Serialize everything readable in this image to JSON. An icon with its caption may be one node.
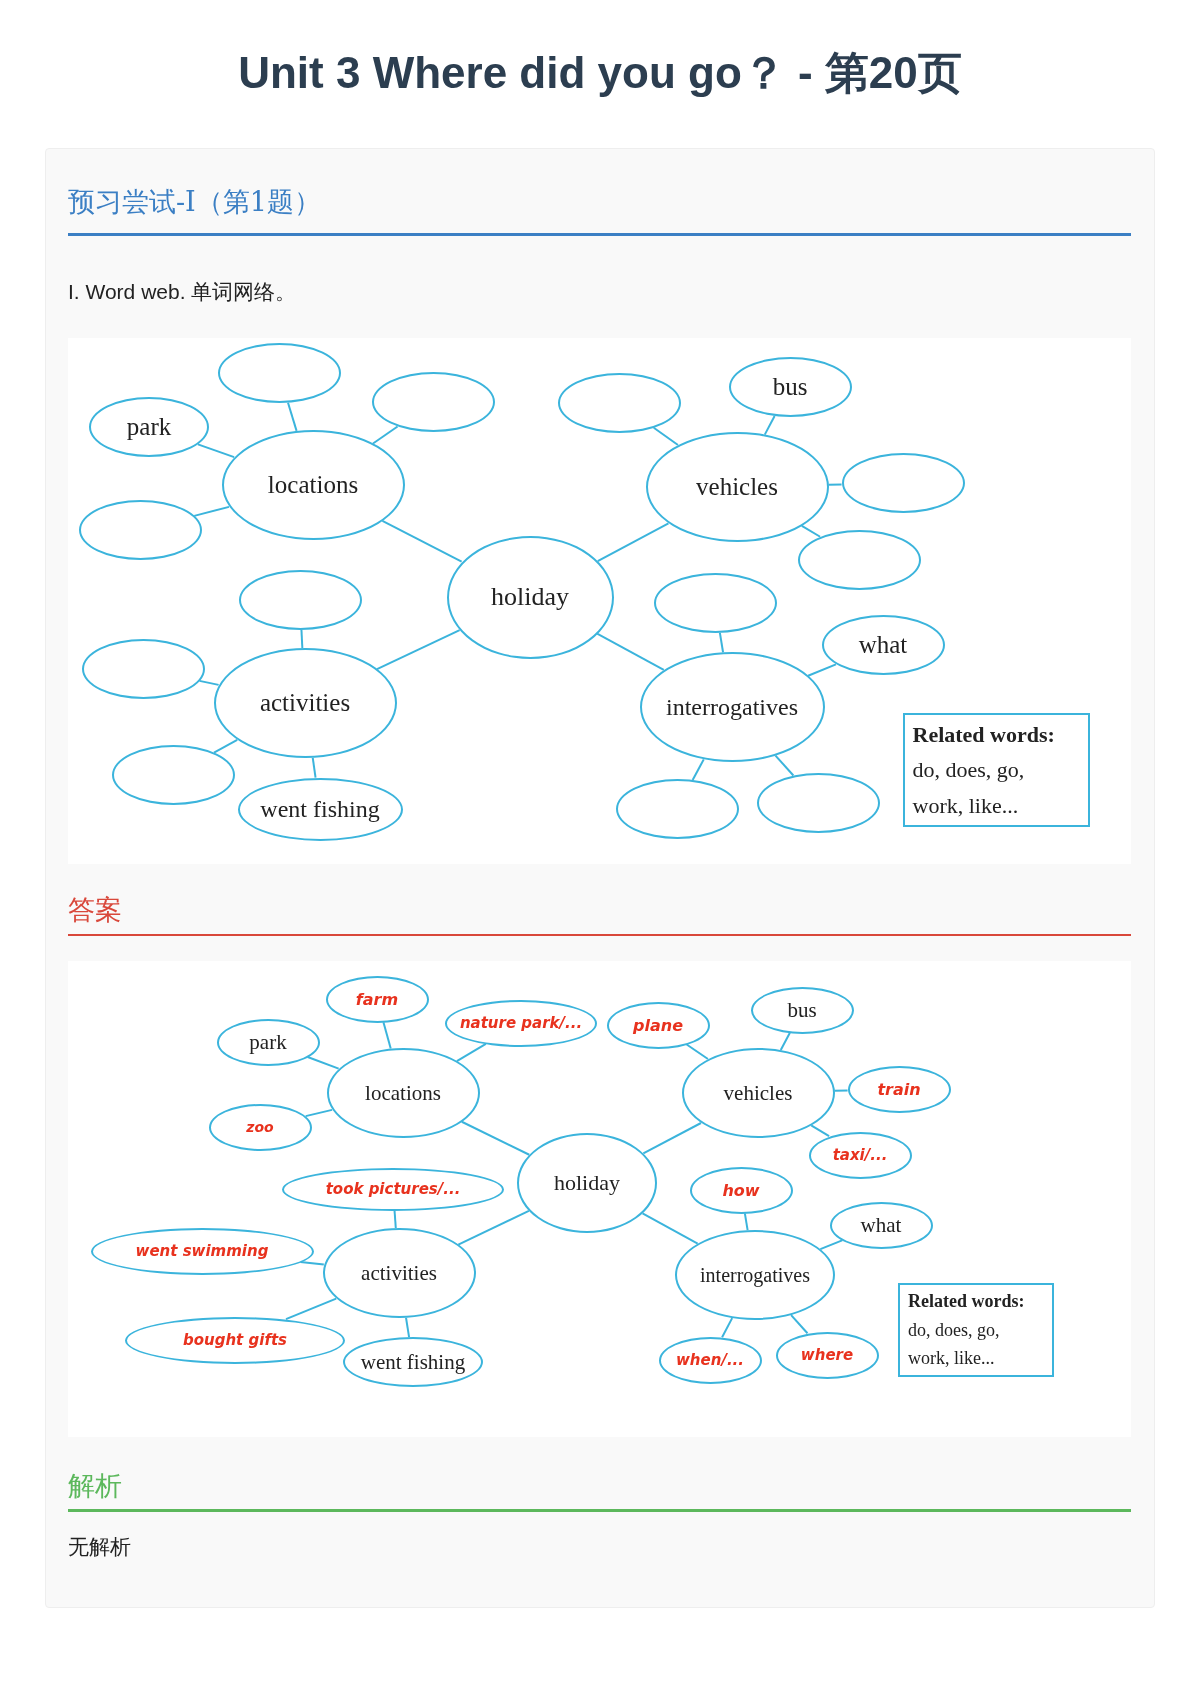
{
  "diagram": {
    "title": "Unit 3 Where did you go？ - 第20页",
    "nodes": [
      {
        "text": [
          "holiday"
        ]
      },
      {
        "text": [
          "locations"
        ]
      },
      {
        "text": [],
        "shape": "ellipse"
      },
      {
        "text": [
          "park"
        ]
      },
      {
        "text": [],
        "shape": "ellipse"
      },
      {
        "text": [],
        "shape": "ellipse"
      },
      {
        "text": [
          "vehicles"
        ]
      },
      {
        "text": [],
        "shape": "ellipse"
      },
      {
        "text": [
          "bus"
        ]
      },
      {
        "text": [],
        "shape": "ellipse"
      },
      {
        "text": [],
        "shape": "ellipse"
      },
      {
        "text": [
          "activities"
        ]
      },
      {
        "text": [],
        "shape": "ellipse"
      },
      {
        "text": [],
        "shape": "ellipse"
      },
      {
        "text": [],
        "shape": "ellipse"
      },
      {
        "text": [
          "went fishing"
        ]
      },
      {
        "text": [
          "interrogatives"
        ]
      },
      {
        "text": [],
        "shape": "ellipse"
      },
      {
        "text": [
          "what"
        ]
      },
      {
        "text": [],
        "shape": "ellipse"
      },
      {
        "text": [],
        "shape": "ellipse"
      },
      {
        "text": [
          "Related words:",
          "do, does, go, work, like..."
        ]
      },
      {
        "text": [
          "holiday"
        ]
      },
      {
        "text": [
          "locations"
        ]
      },
      {
        "text": [
          "park"
        ]
      },
      {
        "text": [
          "farm"
        ]
      },
      {
        "text": [
          "nature park/..."
        ]
      },
      {
        "text": [
          "zoo"
        ]
      },
      {
        "text": [
          "vehicles"
        ]
      },
      {
        "text": [
          "plane"
        ]
      },
      {
        "text": [
          "bus"
        ]
      },
      {
        "text": [
          "train"
        ]
      },
      {
        "text": [
          "taxi/..."
        ]
      },
      {
        "text": [
          "activities"
        ]
      },
      {
        "text": [
          "took pictures/..."
        ]
      },
      {
        "text": [
          "went swimming"
        ]
      },
      {
        "text": [
          "bought gifts"
        ]
      },
      {
        "text": [
          "went fishing"
        ]
      },
      {
        "text": [
          "interrogatives"
        ]
      },
      {
        "text": [
          "how"
        ]
      },
      {
        "text": [
          "what"
        ]
      },
      {
        "text": [
          "when/..."
        ]
      },
      {
        "text": [
          "where"
        ]
      },
      {
        "text": [
          "Related words:",
          "do, does, go, work, like..."
        ]
      }
    ],
    "edges": [
      {
        "from": 0,
        "to": 1,
        "arrow": "none"
      },
      {
        "from": 0,
        "to": 6,
        "arrow": "none"
      },
      {
        "from": 0,
        "to": 11,
        "arrow": "none"
      },
      {
        "from": 0,
        "to": 16,
        "arrow": "none"
      },
      {
        "from": 1,
        "to": 2,
        "arrow": "none"
      },
      {
        "from": 1,
        "to": 3,
        "arrow": "none"
      },
      {
        "from": 1,
        "to": 4,
        "arrow": "none"
      },
      {
        "from": 1,
        "to": 5,
        "arrow": "none"
      },
      {
        "from": 6,
        "to": 7,
        "arrow": "none"
      },
      {
        "from": 6,
        "to": 8,
        "arrow": "none"
      },
      {
        "from": 6,
        "to": 9,
        "arrow": "none"
      },
      {
        "from": 6,
        "to": 10,
        "arrow": "none"
      },
      {
        "from": 11,
        "to": 12,
        "arrow": "none"
      },
      {
        "from": 11,
        "to": 13,
        "arrow": "none"
      },
      {
        "from": 11,
        "to": 14,
        "arrow": "none"
      },
      {
        "from": 11,
        "to": 15,
        "arrow": "none"
      },
      {
        "from": 16,
        "to": 17,
        "arrow": "none"
      },
      {
        "from": 16,
        "to": 18,
        "arrow": "none"
      },
      {
        "from": 16,
        "to": 19,
        "arrow": "none"
      },
      {
        "from": 16,
        "to": 20,
        "arrow": "none"
      },
      {
        "from": 22,
        "to": 23,
        "arrow": "none"
      },
      {
        "from": 22,
        "to": 28,
        "arrow": "none"
      },
      {
        "from": 22,
        "to": 33,
        "arrow": "none"
      },
      {
        "from": 22,
        "to": 38,
        "arrow": "none"
      },
      {
        "from": 23,
        "to": 24,
        "arrow": "none"
      },
      {
        "from": 23,
        "to": 25,
        "arrow": "none"
      },
      {
        "from": 23,
        "to": 26,
        "arrow": "none"
      },
      {
        "from": 23,
        "to": 27,
        "arrow": "none"
      },
      {
        "from": 28,
        "to": 29,
        "arrow": "none"
      },
      {
        "from": 28,
        "to": 30,
        "arrow": "none"
      },
      {
        "from": 28,
        "to": 31,
        "arrow": "none"
      },
      {
        "from": 28,
        "to": 32,
        "arrow": "none"
      },
      {
        "from": 33,
        "to": 34,
        "arrow": "none"
      },
      {
        "from": 33,
        "to": 35,
        "arrow": "none"
      },
      {
        "from": 33,
        "to": 36,
        "arrow": "none"
      },
      {
        "from": 33,
        "to": 37,
        "arrow": "none"
      },
      {
        "from": 38,
        "to": 39,
        "arrow": "none"
      },
      {
        "from": 38,
        "to": 40,
        "arrow": "none"
      },
      {
        "from": 38,
        "to": 41,
        "arrow": "none"
      },
      {
        "from": 38,
        "to": 42,
        "arrow": "none"
      }
    ],
    "labels": [
      "预习尝试-Ⅰ（第1题）",
      "I. Word web. 单词网络。",
      "答案",
      "解析",
      "无解析"
    ]
  }
}
